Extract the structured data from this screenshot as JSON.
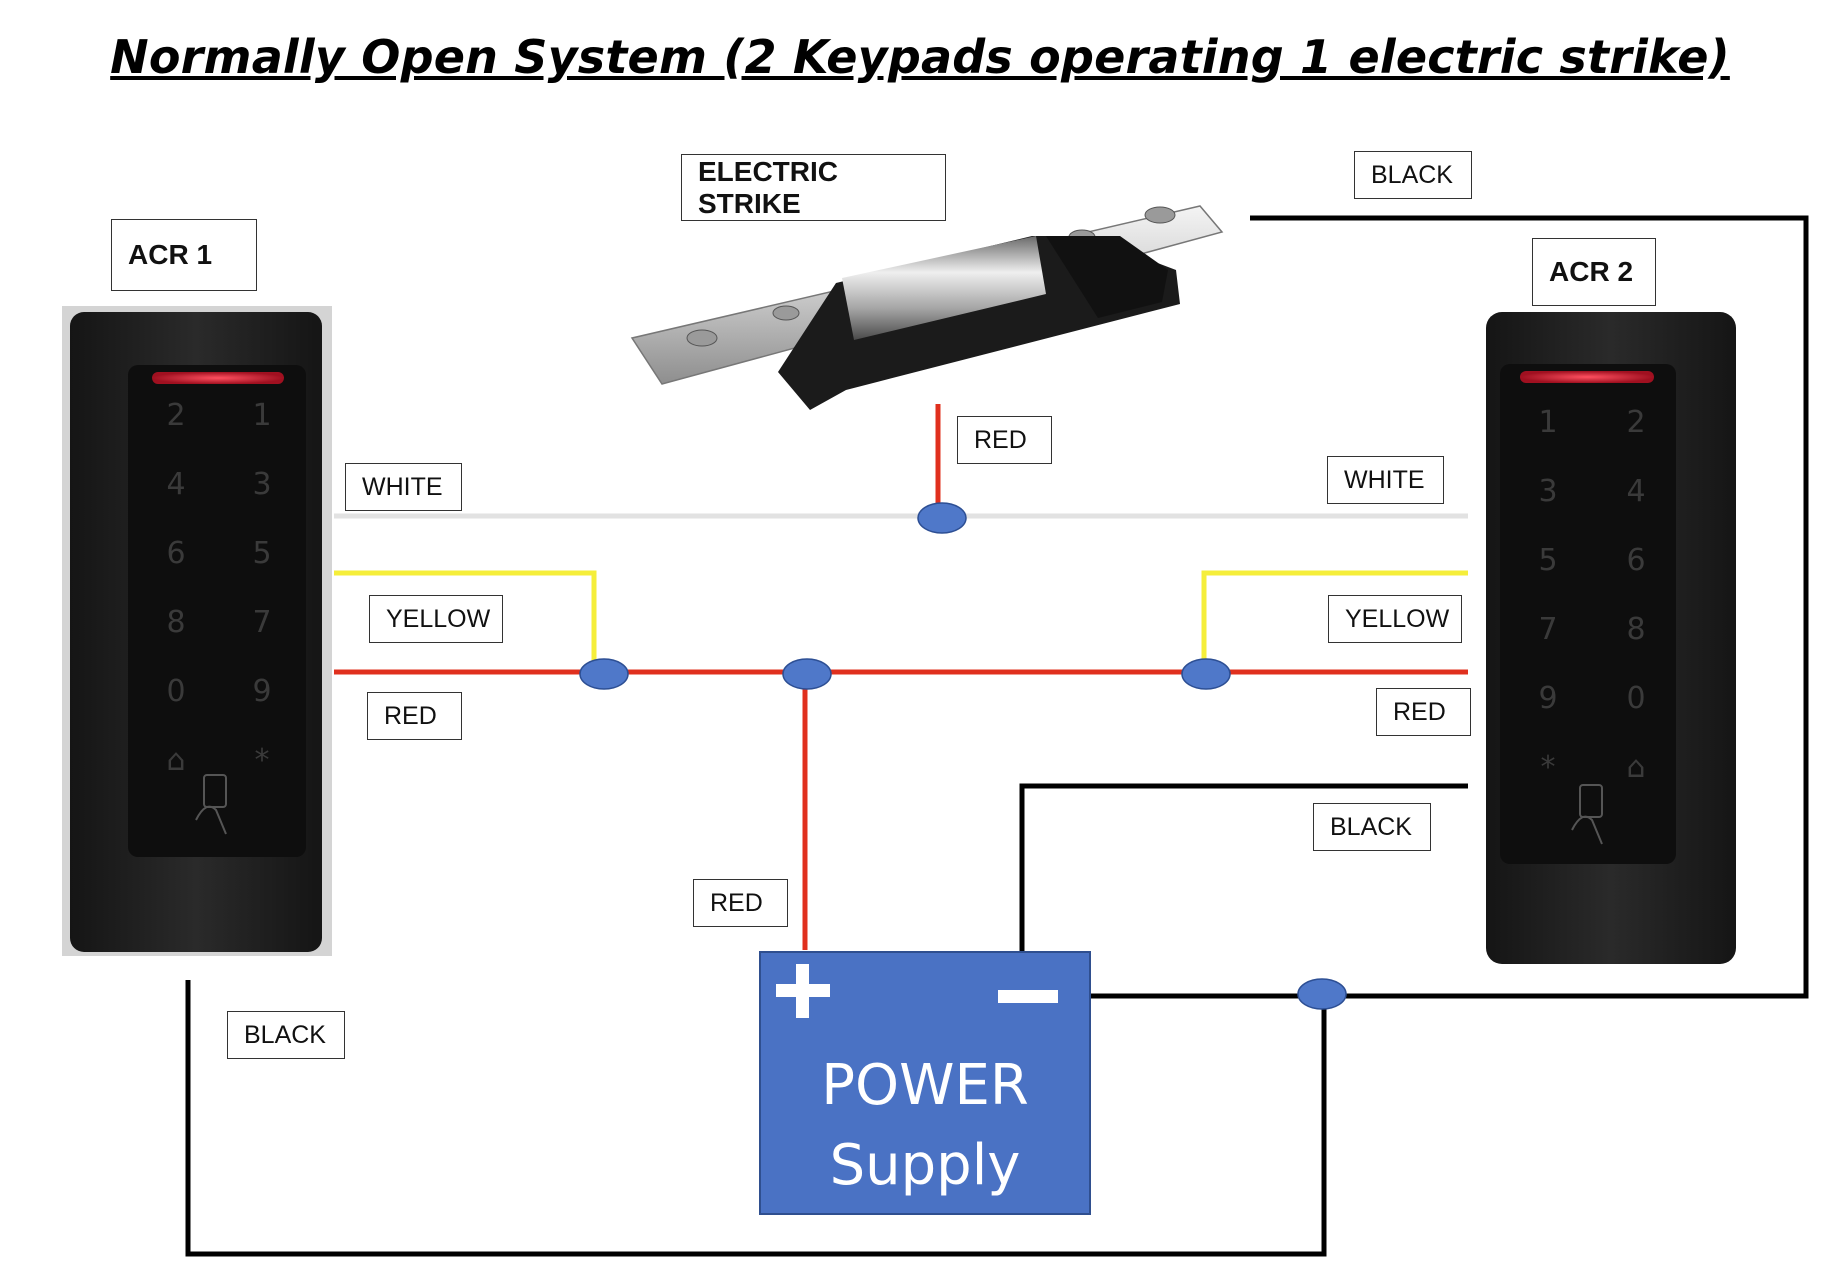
{
  "title": "Normally Open System (2 Keypads operating 1 electric strike)",
  "devices": {
    "acr1": "ACR 1",
    "acr2": "ACR 2",
    "strike": "ELECTRIC STRIKE",
    "psu_line1": "POWER",
    "psu_line2": "Supply",
    "psu_plus": "+",
    "psu_minus": "−"
  },
  "keypad_left_keys": [
    "2",
    "1",
    "4",
    "3",
    "6",
    "5",
    "8",
    "7",
    "0",
    "9",
    "⌂",
    "*"
  ],
  "keypad_right_keys": [
    "1",
    "2",
    "3",
    "4",
    "5",
    "6",
    "7",
    "8",
    "9",
    "0",
    "*",
    "⌂"
  ],
  "wire_labels": {
    "black_top": "BLACK",
    "white_left": "WHITE",
    "white_right": "WHITE",
    "red_strike": "RED",
    "yellow_left": "YELLOW",
    "yellow_right": "YELLOW",
    "red_left": "RED",
    "red_right": "RED",
    "black_right": "BLACK",
    "red_psu": "RED",
    "black_bottom": "BLACK"
  },
  "colors": {
    "white_wire": "#e2e2e2",
    "yellow_wire": "#f5ee3a",
    "red_wire": "#e0301e",
    "black_wire": "#000000",
    "junction": "#4f78c9",
    "psu": "#4a72c4"
  }
}
